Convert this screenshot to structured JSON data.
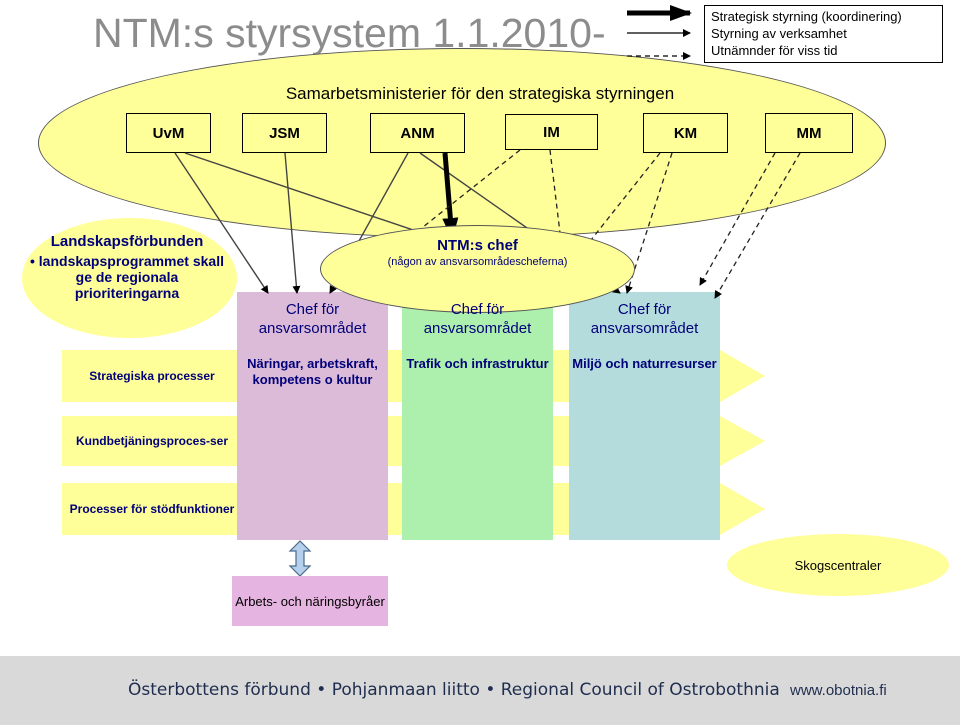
{
  "title": "NTM:s styrsystem 1.1.2010-",
  "legend": {
    "items": [
      {
        "label": "Strategisk styrning (koordinering)",
        "line": "thick-solid"
      },
      {
        "label": "Styrning av verksamhet",
        "line": "thin-solid"
      },
      {
        "label": "Utnämnder för viss tid",
        "line": "dashed"
      }
    ]
  },
  "ministries": {
    "title": "Samarbetsministerier för den strategiska styrningen",
    "items": [
      "UvM",
      "JSM",
      "ANM",
      "IM",
      "KM",
      "MM"
    ]
  },
  "landskapsforbunden": {
    "title": "Landskapsförbunden",
    "body": "• landskapsprogrammet skall ge de regionala prioriteringarna"
  },
  "ntm_chef": {
    "title": "NTM:s chef",
    "subtitle": "(någon av ansvarsområdescheferna)"
  },
  "areas": [
    {
      "chef": "Chef för ansvarsområdet",
      "name": "Näringar, arbetskraft, kompetens o kultur",
      "color": "#dcbbd8"
    },
    {
      "chef": "Chef för ansvarsområdet",
      "name": "Trafik och infrastruktur",
      "color": "#adf0ad"
    },
    {
      "chef": "Chef för ansvarsområdet",
      "name": "Miljö och naturresurser",
      "color": "#b4dcdc"
    }
  ],
  "processes": [
    "Strategiska processer",
    "Kundbetjäningsproces-ser",
    "Processer för stödfunktioner"
  ],
  "skogscentraler": "Skogscentraler",
  "arbets": "Arbets- och näringsbyråer",
  "footer": {
    "text": "Österbottens förbund • Pohjanmaan liitto • Regional Council of Ostrobothnia",
    "url": "www.obotnia.fi"
  },
  "colors": {
    "yellow": "#ffff99",
    "text_blue": "#00007a",
    "title_gray": "#8c8c8c",
    "footer_gray": "#d9d9d9"
  }
}
